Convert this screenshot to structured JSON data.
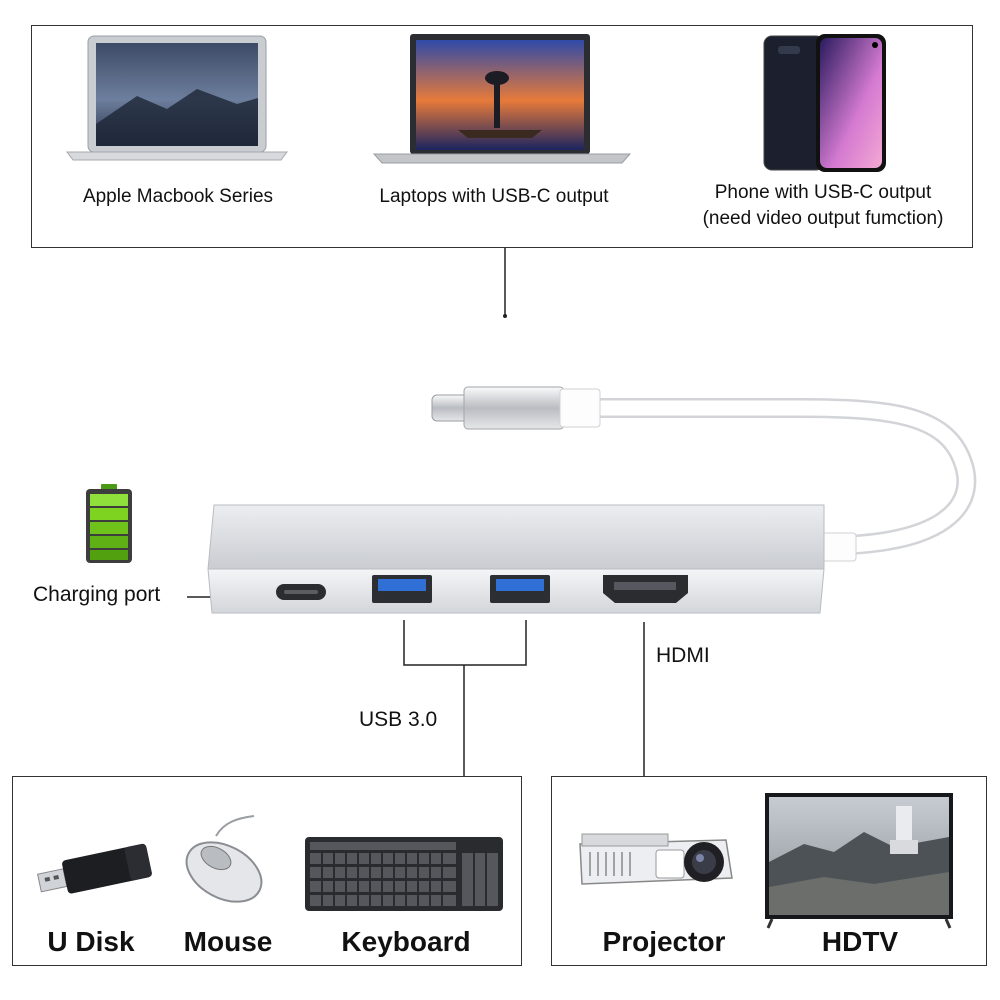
{
  "top_devices": [
    {
      "label": "Apple Macbook Series"
    },
    {
      "label": "Laptops with USB-C output"
    },
    {
      "label_line1": "Phone with USB-C output",
      "label_line2": "(need video output fumction)"
    }
  ],
  "charging": {
    "label": "Charging port"
  },
  "usb": {
    "label": "USB 3.0"
  },
  "hdmi": {
    "label": "HDMI"
  },
  "usb_devices": [
    {
      "label": "U Disk",
      "icon": "usb-disk-icon"
    },
    {
      "label": "Mouse",
      "icon": "mouse-icon"
    },
    {
      "label": "Keyboard",
      "icon": "keyboard-icon"
    }
  ],
  "hdmi_devices": [
    {
      "label": "Projector",
      "icon": "projector-icon"
    },
    {
      "label": "HDTV",
      "icon": "tv-icon"
    }
  ],
  "colors": {
    "border": "#333333",
    "battery_green": "#7ed321",
    "hub_silver": "#d9dbde"
  }
}
